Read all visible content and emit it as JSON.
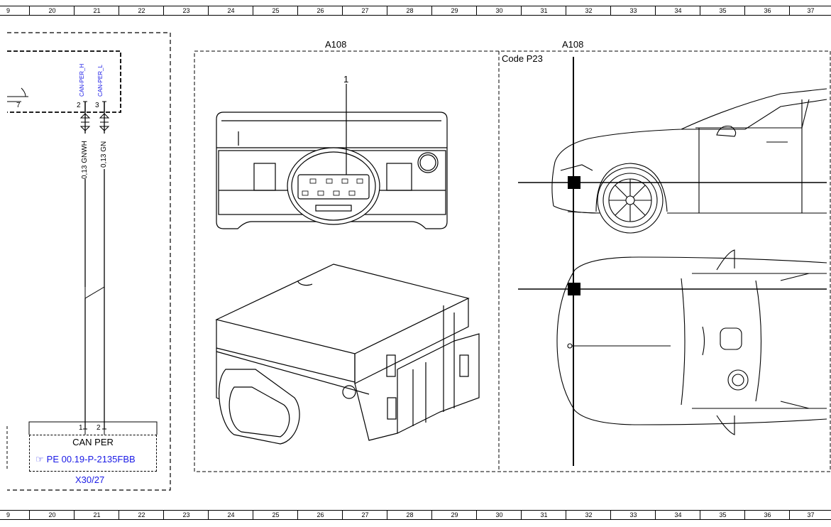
{
  "ruler": {
    "columns": [
      "9",
      "20",
      "21",
      "22",
      "23",
      "24",
      "25",
      "26",
      "27",
      "28",
      "29",
      "30",
      "31",
      "32",
      "33",
      "34",
      "35",
      "36",
      "37"
    ]
  },
  "labels": {
    "a108_left": "A108",
    "a108_right": "A108",
    "code": "Code P23",
    "callout_1": "1",
    "can_per_h": "CAN-PER_H",
    "can_per_l": "CAN-PER_L",
    "pin_7": "7",
    "pin_2_top": "2",
    "pin_3_top": "3",
    "wire_1": "0,13 GNWH",
    "wire_2": "0,13 GN",
    "pin_1_bot": "1",
    "pin_2_bot": "2",
    "can_per": "CAN PER",
    "pe_ref": "PE 00.19-P-2135FBB",
    "x30": "X30/27"
  },
  "colors": {
    "link": "#1a1ae6",
    "line": "#000000"
  },
  "icons": {
    "reference": "pointing-hand-icon"
  }
}
